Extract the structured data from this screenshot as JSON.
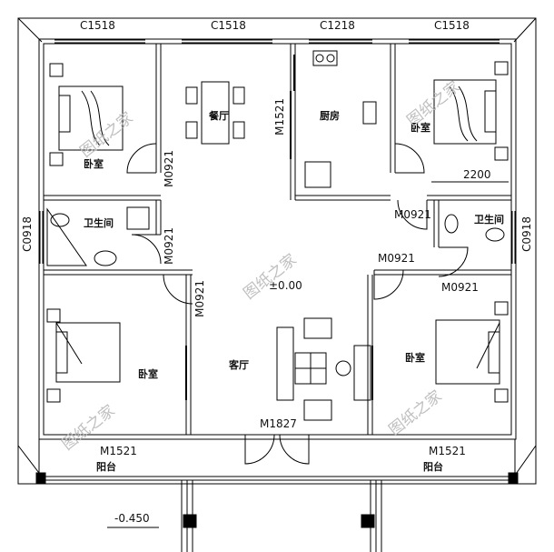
{
  "windows": {
    "top_c1518_left": "C1518",
    "top_c1518_mid": "C1518",
    "top_c1218": "C1218",
    "top_c1518_right": "C1518",
    "left_c0918": "C0918",
    "right_c0918": "C0918"
  },
  "doors": {
    "m1521_kitchen": "M1521",
    "m0921_bedroom_tl": "M0921",
    "m0921_bath_left": "M0921",
    "m0921_bedroom_bl": "M0921",
    "m0921_bedroom_tr": "M0921",
    "m0921_bath_right_upper": "M0921",
    "m0921_bath_right_lower": "M0921",
    "m1827_living": "M1827",
    "m1521_balcony_left": "M1521",
    "m1521_balcony_right": "M1521"
  },
  "rooms": {
    "bedroom_top_left": "卧室",
    "dining": "餐厅",
    "kitchen": "厨房",
    "bedroom_top_right": "卧室",
    "bathroom_left": "卫生间",
    "bathroom_right": "卫生间",
    "bedroom_bottom_left": "卧室",
    "living_room": "客厅",
    "bedroom_bottom_right": "卧室",
    "balcony_left": "阳台",
    "balcony_right": "阳台"
  },
  "dimensions": {
    "width_2200": "2200"
  },
  "levels": {
    "floor": "±0.00",
    "outdoor": "-0.450"
  },
  "watermark": "图纸之家"
}
